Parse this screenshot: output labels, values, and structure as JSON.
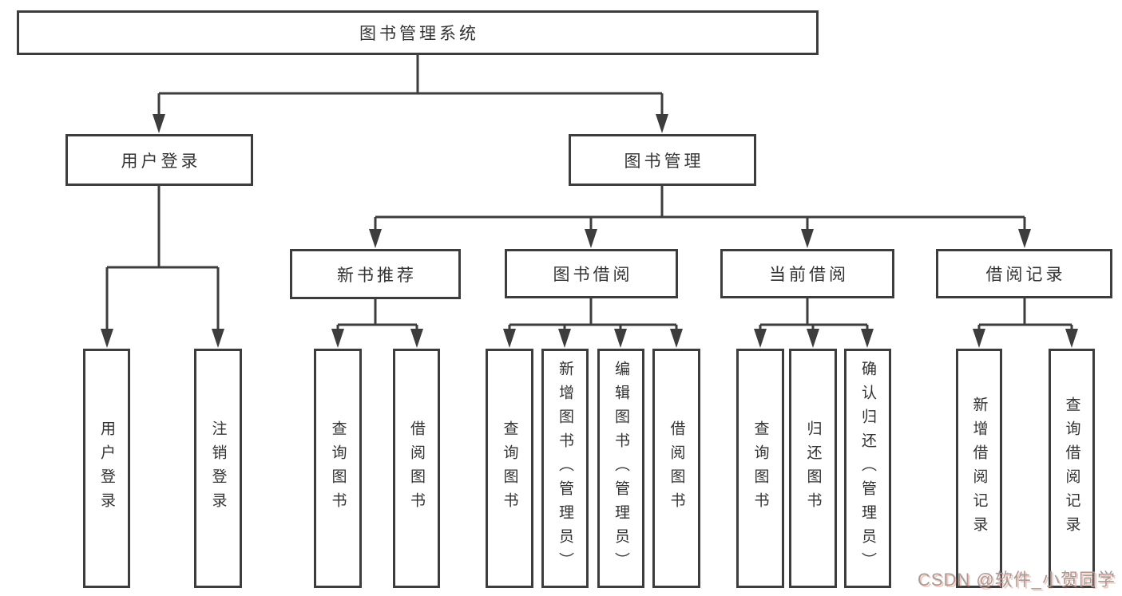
{
  "diagram": {
    "title": "图书管理系统",
    "root": {
      "label": "图书管理系统"
    },
    "level2": [
      {
        "label": "用户登录"
      },
      {
        "label": "图书管理"
      }
    ],
    "level3": [
      {
        "label": "新书推荐",
        "parent": "图书管理"
      },
      {
        "label": "图书借阅",
        "parent": "图书管理"
      },
      {
        "label": "当前借阅",
        "parent": "图书管理"
      },
      {
        "label": "借阅记录",
        "parent": "图书管理"
      }
    ],
    "leaves": [
      {
        "label": "用户登录",
        "parent": "用户登录"
      },
      {
        "label": "注销登录",
        "parent": "用户登录"
      },
      {
        "label": "查询图书",
        "parent": "新书推荐"
      },
      {
        "label": "借阅图书",
        "parent": "新书推荐"
      },
      {
        "label": "查询图书",
        "parent": "图书借阅"
      },
      {
        "label": "新增图书（管理员）",
        "parent": "图书借阅"
      },
      {
        "label": "编辑图书（管理员）",
        "parent": "图书借阅"
      },
      {
        "label": "借阅图书",
        "parent": "图书借阅"
      },
      {
        "label": "查询图书",
        "parent": "当前借阅"
      },
      {
        "label": "归还图书",
        "parent": "当前借阅"
      },
      {
        "label": "确认归还（管理员）",
        "parent": "当前借阅"
      },
      {
        "label": "新增借阅记录",
        "parent": "借阅记录"
      },
      {
        "label": "查询借阅记录",
        "parent": "借阅记录"
      }
    ],
    "colors": {
      "line": "#3d3d3d",
      "text": "#333333",
      "background": "#ffffff"
    }
  },
  "watermark": {
    "text": "CSDN @软件_小贺同学",
    "color": "#9e9e9e",
    "shadow_color": "#fc5531"
  }
}
